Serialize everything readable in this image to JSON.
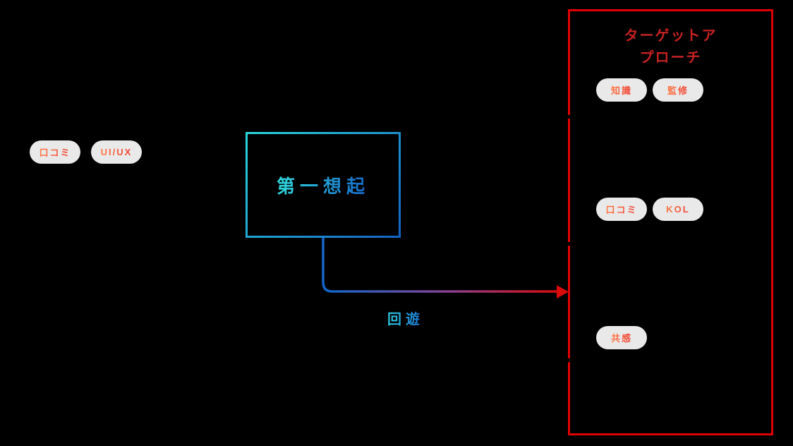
{
  "left_tags": {
    "items": [
      {
        "label": "口コミ"
      },
      {
        "label": "UI/UX"
      }
    ]
  },
  "center_box": {
    "label": "第一想起"
  },
  "flow": {
    "arrow_label": "回遊"
  },
  "target_panel": {
    "title_lines": [
      "ターゲットア",
      "プローチ"
    ],
    "groups": [
      {
        "tags": [
          {
            "label": "知識"
          },
          {
            "label": "監修"
          }
        ]
      },
      {
        "tags": [
          {
            "label": "口コミ"
          },
          {
            "label": "KOL"
          }
        ]
      },
      {
        "tags": [
          {
            "label": "共感"
          }
        ]
      }
    ]
  },
  "colors": {
    "background": "#000000",
    "panel_border_red": "#e00000",
    "panel_title_red": "#c62222",
    "tag_background": "#e9e9e9",
    "tag_text_orange": "#f4532f",
    "box_gradient_cyan": "#2bd6d9",
    "box_gradient_blue": "#1463c6",
    "arrow_gradient_purple": "#8a4090",
    "arrow_red": "#d90b0b"
  }
}
